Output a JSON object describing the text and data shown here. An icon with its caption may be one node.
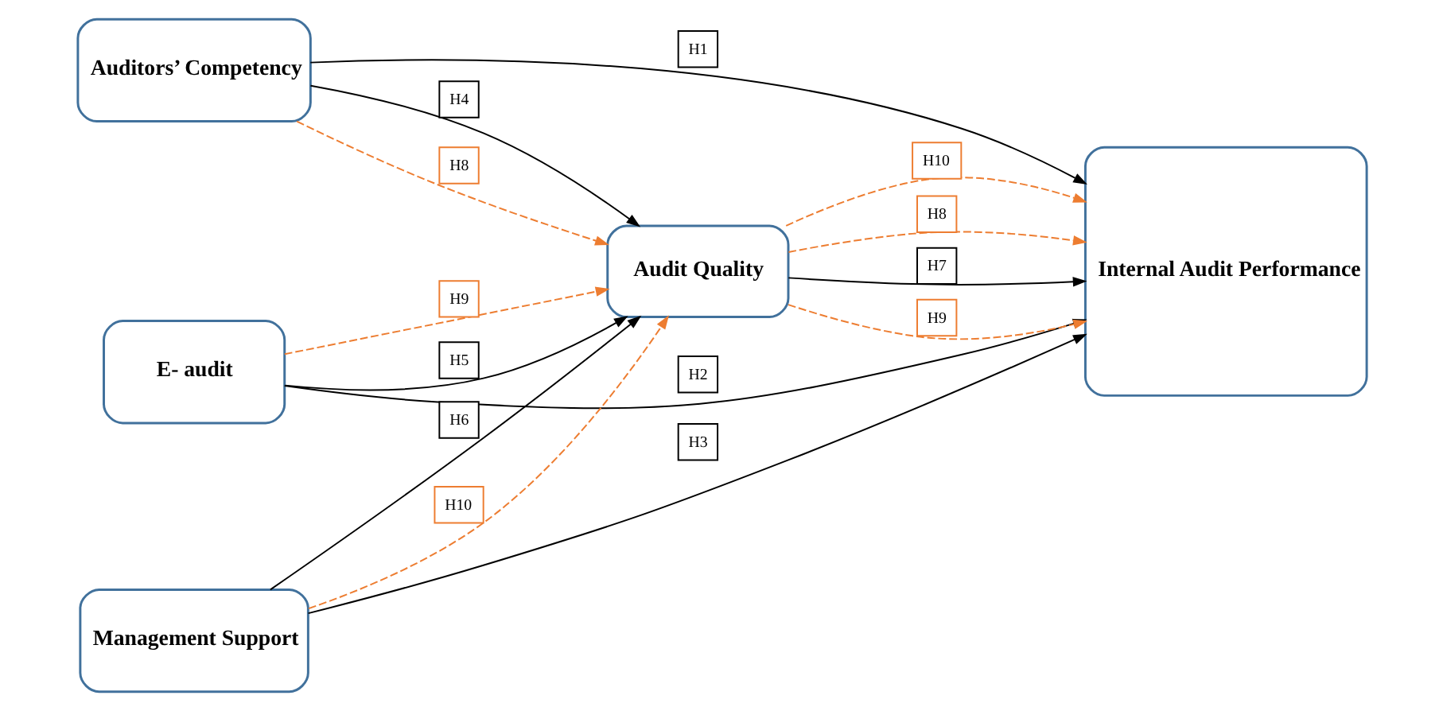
{
  "diagram": {
    "nodes": [
      {
        "text": [
          "Auditors’ Competency"
        ]
      },
      {
        "text": [
          "E- audit"
        ]
      },
      {
        "text": [
          "Management Support"
        ]
      },
      {
        "text": [
          "Audit Quality"
        ]
      },
      {
        "text": [
          "Internal Audit Performance"
        ]
      }
    ],
    "edges": [
      {
        "from": 0,
        "to": 3,
        "arrow": "to",
        "label": "H4"
      },
      {
        "from": 0,
        "to": 3,
        "arrow": "to",
        "label": "H8",
        "style": "dashed",
        "color": "#ed7d31"
      },
      {
        "from": 1,
        "to": 3,
        "arrow": "to",
        "label": "H5"
      },
      {
        "from": 1,
        "to": 3,
        "arrow": "to",
        "label": "H9",
        "style": "dashed",
        "color": "#ed7d31"
      },
      {
        "from": 2,
        "to": 3,
        "arrow": "to",
        "label": "H6"
      },
      {
        "from": 2,
        "to": 3,
        "arrow": "to",
        "label": "H10",
        "style": "dashed",
        "color": "#ed7d31"
      },
      {
        "from": 0,
        "to": 4,
        "arrow": "to",
        "label": "H1"
      },
      {
        "from": 1,
        "to": 4,
        "arrow": "to",
        "label": "H2"
      },
      {
        "from": 2,
        "to": 4,
        "arrow": "to",
        "label": "H3"
      },
      {
        "from": 3,
        "to": 4,
        "arrow": "to",
        "label": "H8",
        "style": "dashed",
        "color": "#ed7d31"
      },
      {
        "from": 3,
        "to": 4,
        "arrow": "to",
        "label": "H7"
      },
      {
        "from": 3,
        "to": 4,
        "arrow": "to",
        "label": "H9",
        "style": "dashed",
        "color": "#ed7d31"
      },
      {
        "from": 3,
        "to": 4,
        "arrow": "to",
        "label": "H10",
        "style": "dashed",
        "color": "#ed7d31"
      }
    ]
  }
}
